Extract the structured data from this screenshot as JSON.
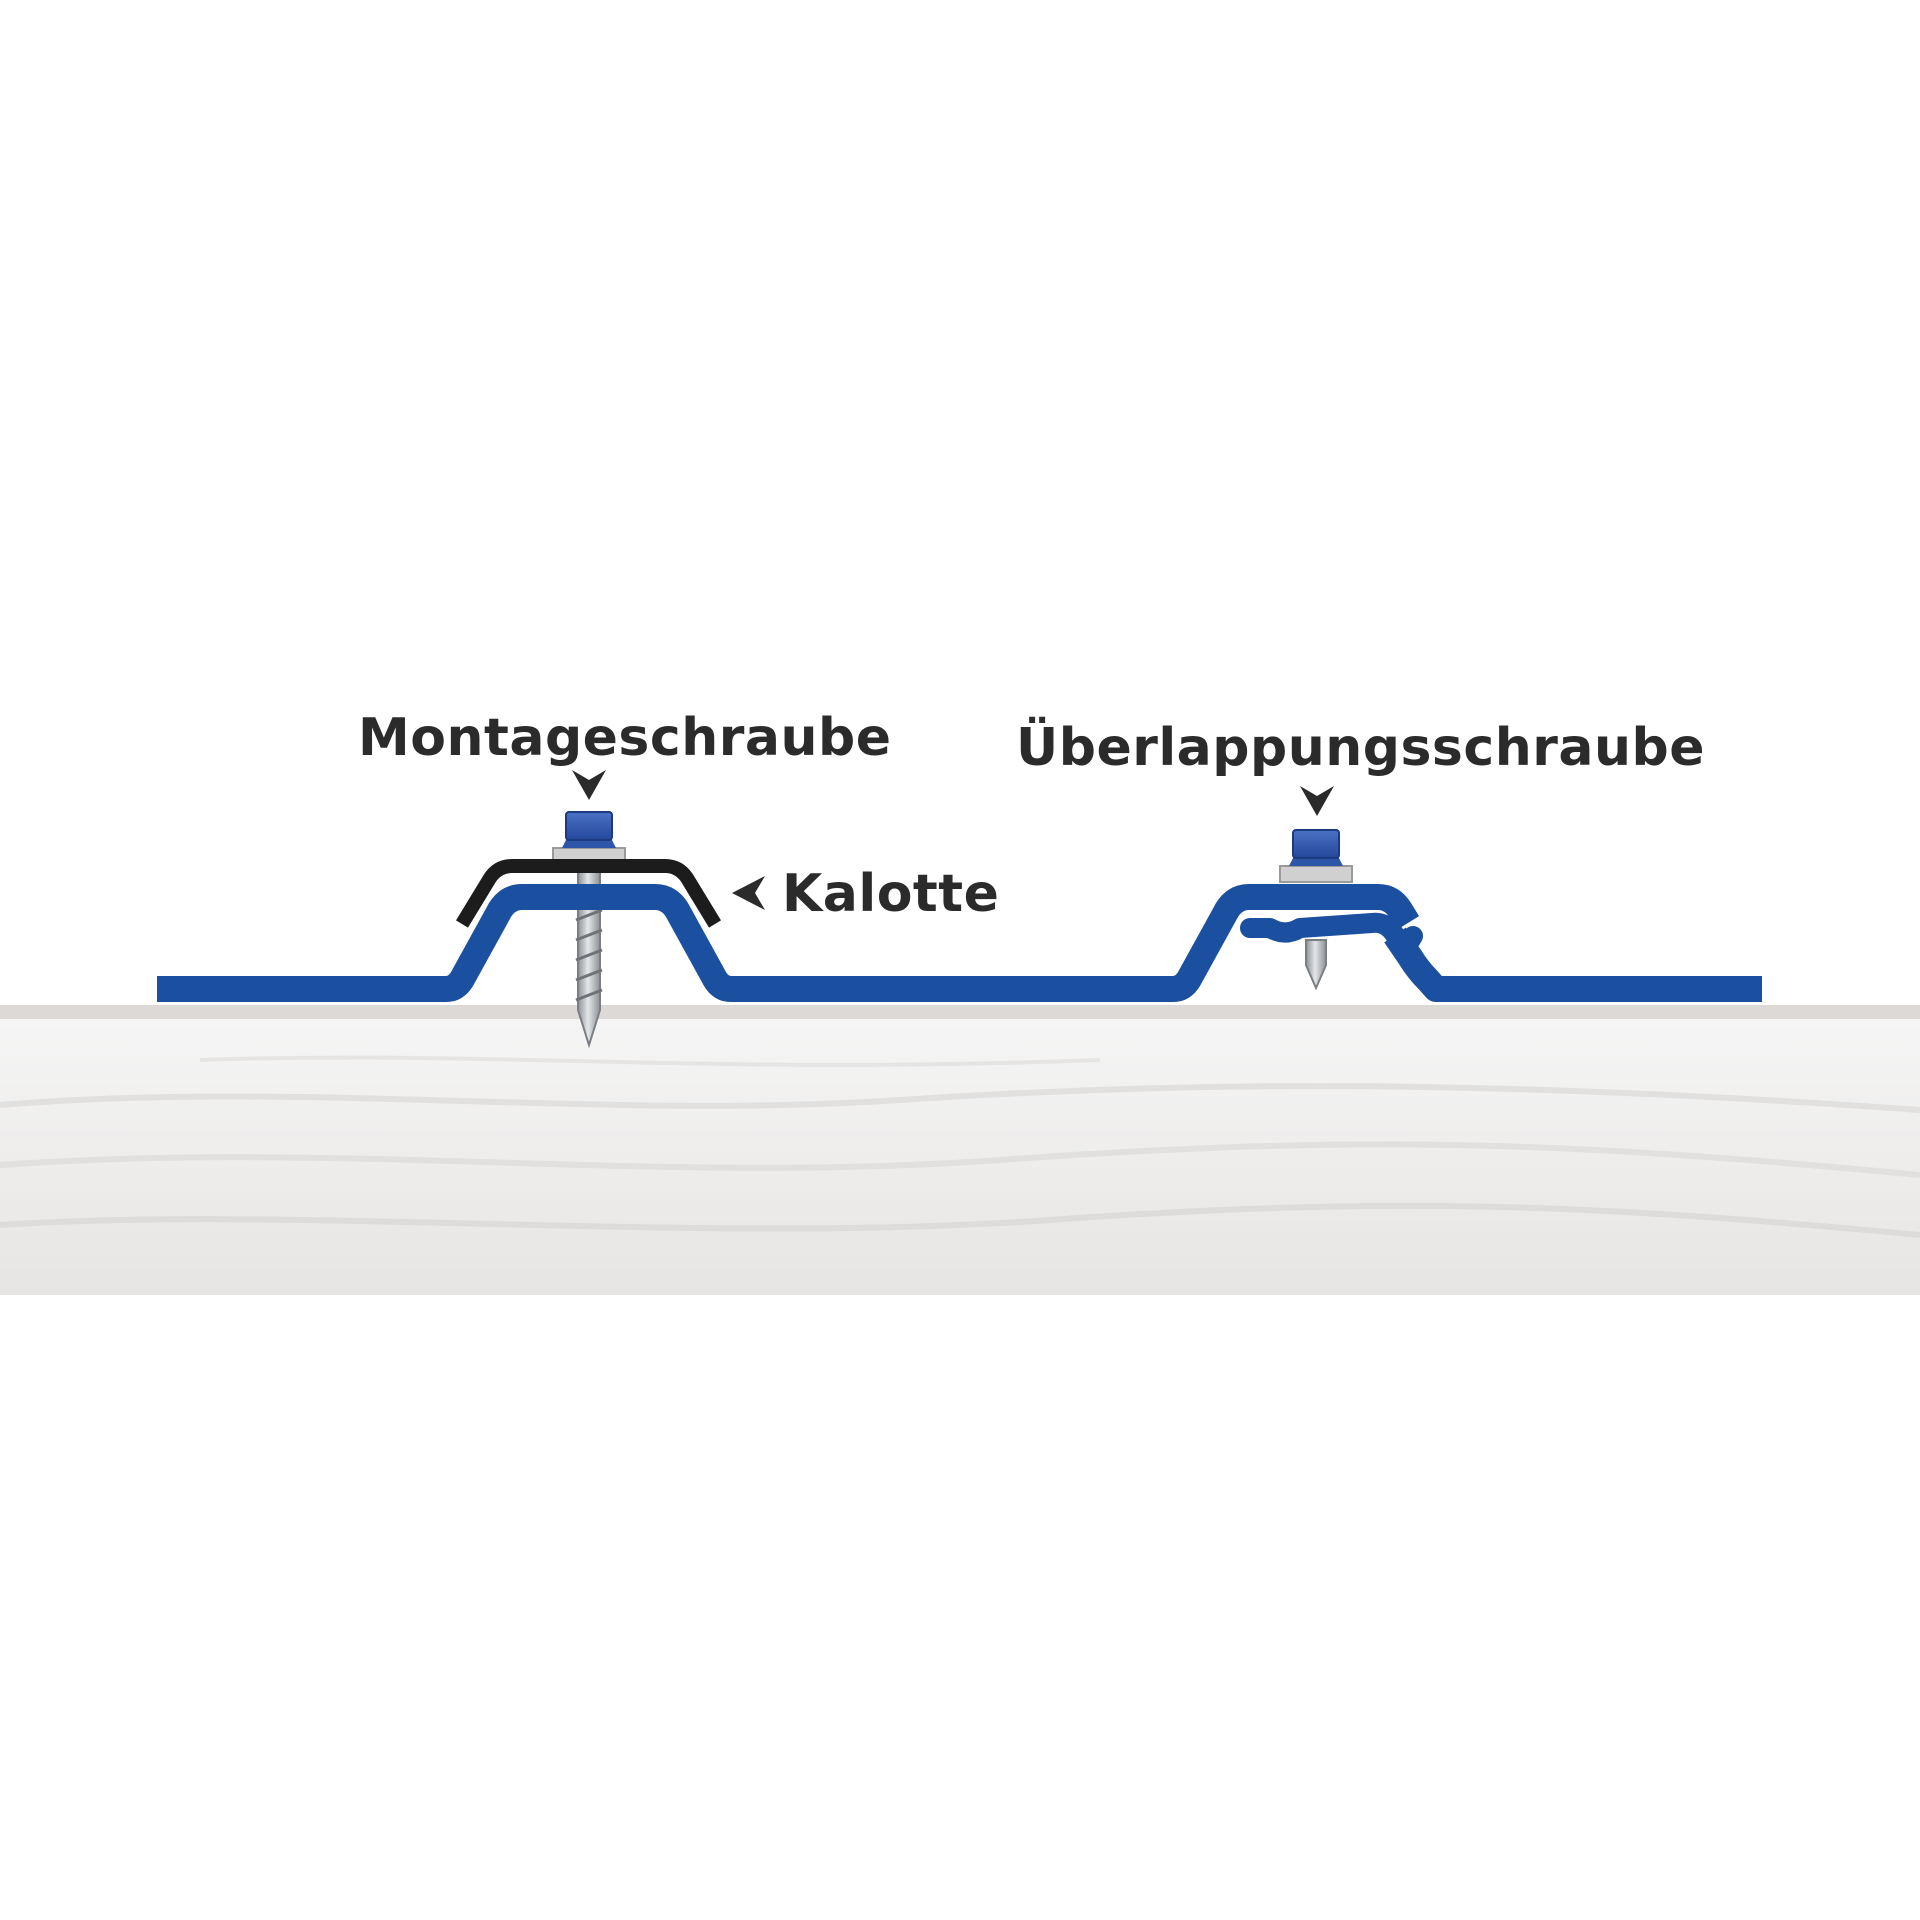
{
  "labels": {
    "mounting_screw": "Montageschraube",
    "overlap_screw": "Überlappungsschraube",
    "cap": "Kalotte"
  },
  "colors": {
    "background": "#ffffff",
    "sheet_blue": "#1b4fa0",
    "screw_head_blue": "#2e56a8",
    "cap_black": "#1c1c1c",
    "washer_grey": "#c8c8c8",
    "screw_steel": "#b9bcbf",
    "wood": "#efeeed",
    "text": "#2b2b2b"
  },
  "icons": {
    "arrow_down": "arrow-down-icon",
    "arrow_left": "arrow-left-icon"
  }
}
